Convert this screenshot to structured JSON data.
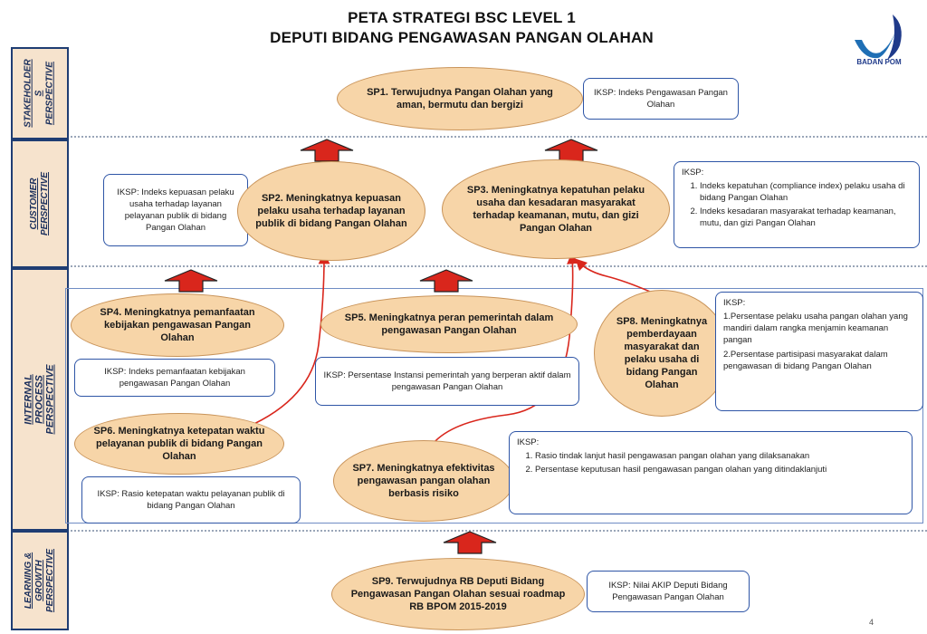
{
  "header": {
    "title_line1": "PETA STRATEGI BSC LEVEL 1",
    "title_line2": "DEPUTI BIDANG PENGAWASAN PANGAN OLAHAN",
    "logo_text": "BADAN POM",
    "logo_icon": "checkmark-swoosh-icon"
  },
  "perspectives": {
    "stakeholder": "STAKEHOLDER\nS PERSPECTIVE",
    "customer": "CUSTOMER\nPERSPECTIVE",
    "internal": "INTERNAL PROCESS PERSPECTIVE",
    "learning": "LEARNING &\nGROWTH\nPERSPECTIVE"
  },
  "objectives": {
    "sp1": "SP1. Terwujudnya Pangan Olahan yang aman, bermutu dan bergizi",
    "sp2": "SP2. Meningkatnya kepuasan pelaku usaha terhadap layanan publik di bidang Pangan Olahan",
    "sp3": "SP3. Meningkatnya kepatuhan pelaku usaha dan kesadaran masyarakat terhadap keamanan, mutu, dan gizi Pangan Olahan",
    "sp4": "SP4. Meningkatnya pemanfaatan kebijakan pengawasan Pangan Olahan",
    "sp5": "SP5. Meningkatnya peran pemerintah dalam pengawasan Pangan Olahan",
    "sp6": "SP6. Meningkatnya ketepatan waktu pelayanan publik di bidang Pangan Olahan",
    "sp7": "SP7. Meningkatnya efektivitas pengawasan pangan olahan berbasis risiko",
    "sp8": "SP8. Meningkatnya pemberdayaan masyarakat dan pelaku usaha di bidang Pangan Olahan",
    "sp9": "SP9. Terwujudnya RB Deputi Bidang Pengawasan Pangan Olahan sesuai roadmap RB BPOM 2015-2019"
  },
  "indicators": {
    "sp1": "IKSP: Indeks Pengawasan Pangan Olahan",
    "sp2": "IKSP: Indeks kepuasan pelaku usaha terhadap layanan pelayanan publik di bidang Pangan Olahan",
    "sp3": {
      "label": "IKSP:",
      "items": [
        "Indeks kepatuhan (compliance index) pelaku usaha di bidang Pangan Olahan",
        "Indeks kesadaran masyarakat terhadap keamanan, mutu, dan gizi Pangan Olahan"
      ]
    },
    "sp4": "IKSP: Indeks pemanfaatan kebijakan pengawasan Pangan Olahan",
    "sp5": "IKSP: Persentase Instansi pemerintah yang berperan aktif dalam pengawasan Pangan Olahan",
    "sp6": "IKSP: Rasio ketepatan waktu pelayanan publik di bidang Pangan Olahan",
    "sp7": {
      "label": "IKSP:",
      "items": [
        "Rasio tindak lanjut hasil pengawasan pangan olahan yang dilaksanakan",
        "Persentase keputusan hasil pengawasan pangan olahan yang ditindaklanjuti"
      ]
    },
    "sp8": {
      "label": "IKSP:",
      "items": [
        "1.Persentase pelaku usaha pangan olahan yang mandiri dalam rangka menjamin keamanan pangan",
        "2.Persentase partisipasi masyarakat dalam pengawasan di bidang Pangan Olahan"
      ]
    },
    "sp9": "IKSP: Nilai AKIP Deputi Bidang Pengawasan Pangan Olahan"
  },
  "page_number": "4",
  "colors": {
    "ellipse_fill": "#f7d5a8",
    "box_border": "#2e55a6",
    "arrow": "#d9261c",
    "perspective_fill": "#f6e3cd"
  }
}
